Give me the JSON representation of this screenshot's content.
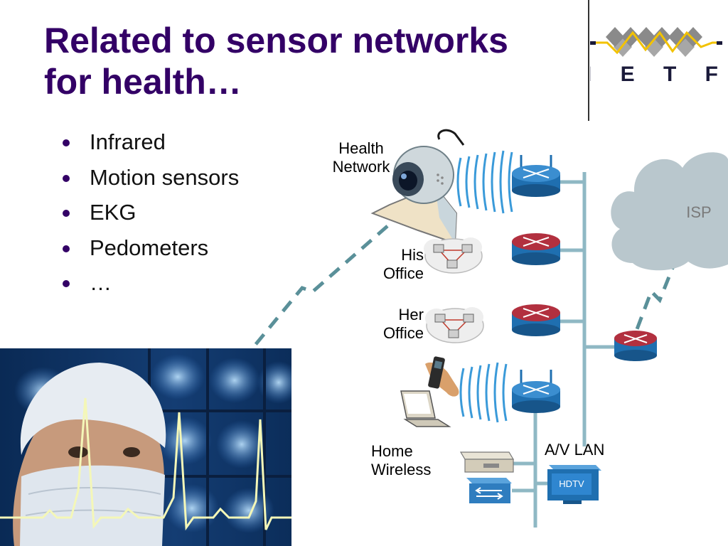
{
  "slide": {
    "title_line1": "Related to sensor networks",
    "title_line2": "for health…",
    "bullets": [
      "Infrared",
      "Motion sensors",
      "EKG",
      "Pedometers",
      "…"
    ]
  },
  "logo": {
    "text": "I E T F",
    "colors": {
      "diamonds": "#8a8a8a",
      "zigzag": "#f2c200",
      "letters": "#1a1a3a"
    }
  },
  "diagram": {
    "labels": {
      "health_network_l1": "Health",
      "health_network_l2": "Network",
      "his_office_l1": "His",
      "his_office_l2": "Office",
      "her_office_l1": "Her",
      "her_office_l2": "Office",
      "home_wireless_l1": "Home",
      "home_wireless_l2": "Wireless",
      "av_lan": "A/V LAN",
      "isp": "ISP",
      "hdtv": "HDTV"
    },
    "colors": {
      "title": "#330066",
      "router_blue": "#1f6fb0",
      "router_red": "#b2303f",
      "wireless_waves": "#3a9ad9",
      "trunk": "#8fb8c4",
      "link_dashes": "#5a9099",
      "cloud": "#b9c7cd"
    },
    "icons": [
      "webcam-icon",
      "wireless-router-icon",
      "router-icon",
      "workgroup-cloud-icon",
      "cell-phone-icon",
      "laptop-icon",
      "set-top-box-icon",
      "switch-icon",
      "tv-icon",
      "isp-cloud"
    ]
  },
  "photo": {
    "subject": "doctor-with-surgical-mask",
    "overlay": "ekg-waveform"
  }
}
